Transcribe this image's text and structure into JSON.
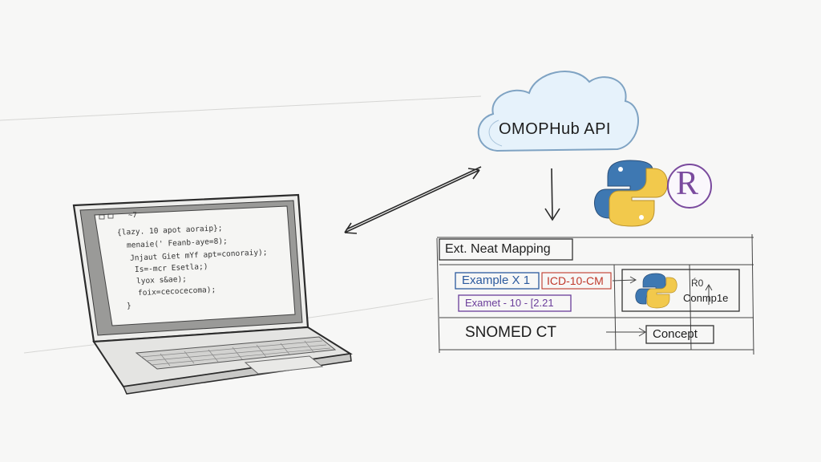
{
  "cloud": {
    "label": "OMOPHub API"
  },
  "laptop": {
    "tab_text": "~7",
    "code_lines": [
      "{lazy. 10 apot aoraip};",
      "menaie(' Feanb-aye=8);",
      "Jnjaut Giet mYf apt=conoraiy);",
      "Is=-mcr Esetla;)",
      "lyox s&ae);",
      "foix=cecocecoma);",
      "}"
    ]
  },
  "badges": {
    "r_letter": "R"
  },
  "table": {
    "header": "Ext. Neat Mapping",
    "row1_left": "Example X 1",
    "row1_code": "ICD-10-CM",
    "row2_left": "Examet - 10 - [2.21",
    "row3_left": "SNOMED CT",
    "concept_box_label": "Conmp1e",
    "concept_box_small": "Ŕ0",
    "concept_label": "Concept"
  },
  "colors": {
    "ink": "#2a2a2a",
    "cloud_fill": "#e6f2fb",
    "cloud_stroke": "#7fa3c3",
    "python_blue": "#3e78b2",
    "python_yellow": "#f2c94c",
    "r_purple": "#7a4a9e",
    "code_red": "#c0392b",
    "row_blue": "#2c5a9e",
    "row_purple": "#6a3d9a"
  }
}
